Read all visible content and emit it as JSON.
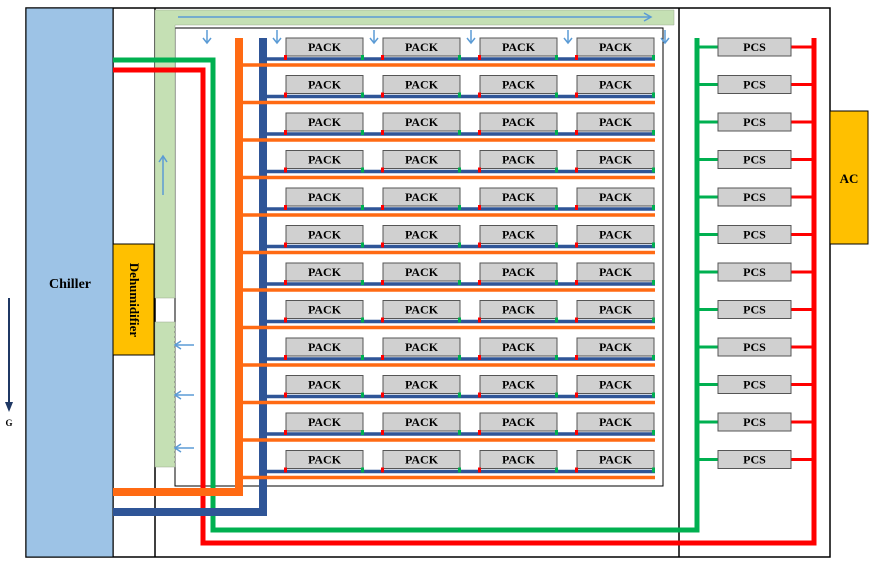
{
  "labels": {
    "chiller": "Chiller",
    "dehumidifier": "Dehumidifier",
    "ac": "AC",
    "gravity": "G",
    "pack": "PACK",
    "pcs": "PCS"
  },
  "layout": {
    "pack_rows": 12,
    "pack_columns": 4,
    "pcs_count": 12
  },
  "colors": {
    "chiller": "#9dc3e6",
    "dehumidifier": "#ffc000",
    "ac": "#ffc000",
    "air_duct": "#c5e0b4",
    "air_arrow": "#5b9bd5",
    "pipe_red": "#ff0000",
    "pipe_green": "#00b050",
    "pipe_orange": "#ff6a13",
    "pipe_blue": "#2f5597",
    "module_fill": "#d0d0d0"
  }
}
